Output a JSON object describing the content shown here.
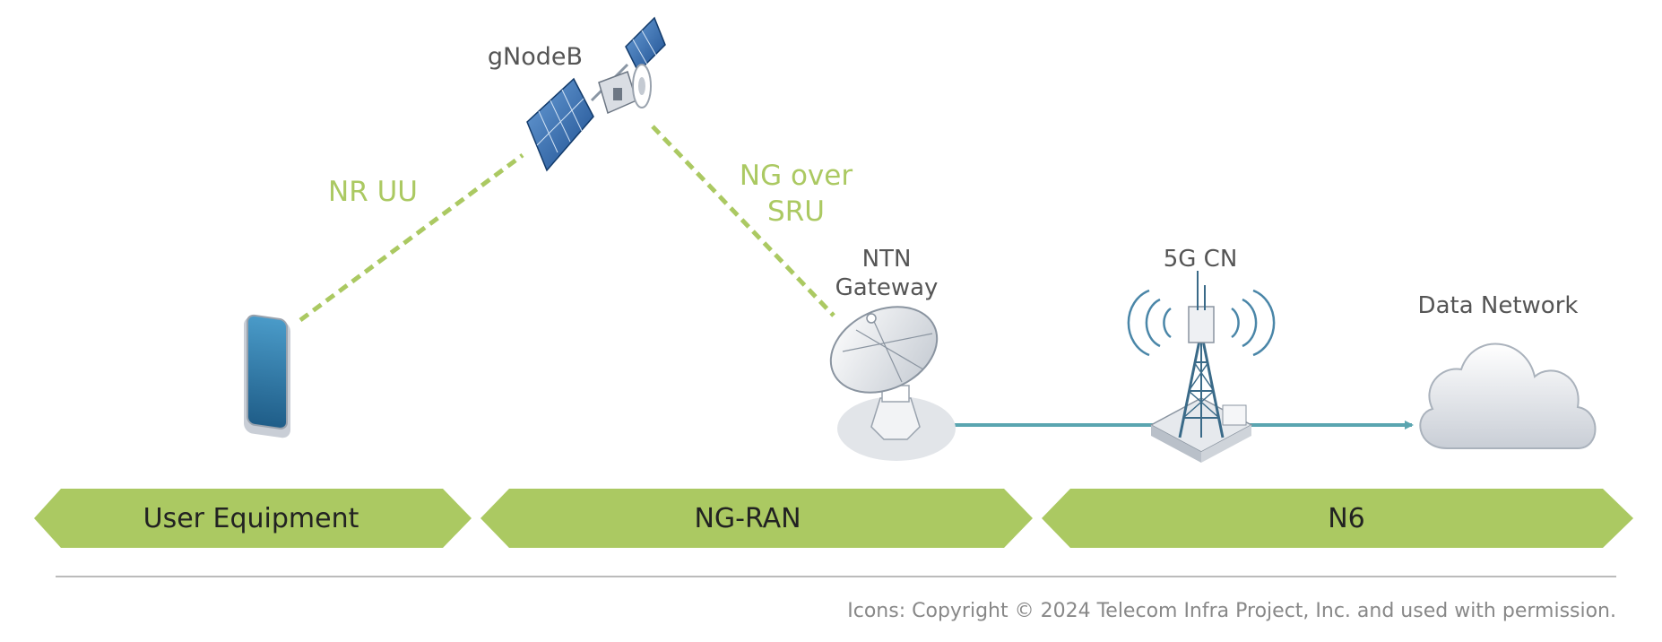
{
  "labels": {
    "gnodeb": "gNodeB",
    "nr_uu": "NR UU",
    "ng_over_sru_line1": "NG over",
    "ng_over_sru_line2": "SRU",
    "ntn_gateway_line1": "NTN",
    "ntn_gateway_line2": "Gateway",
    "core": "5G CN",
    "data_network": "Data Network"
  },
  "banners": {
    "user_equipment": "User Equipment",
    "ng_ran": "NG-RAN",
    "n6": "N6"
  },
  "footer": {
    "copyright": "Icons: Copyright © 2024 Telecom Infra Project, Inc. and used with permission."
  },
  "colors": {
    "accent_green": "#abc962",
    "banner_text": "#222222",
    "label_gray": "#555555",
    "link_teal": "#5aa5b0"
  }
}
